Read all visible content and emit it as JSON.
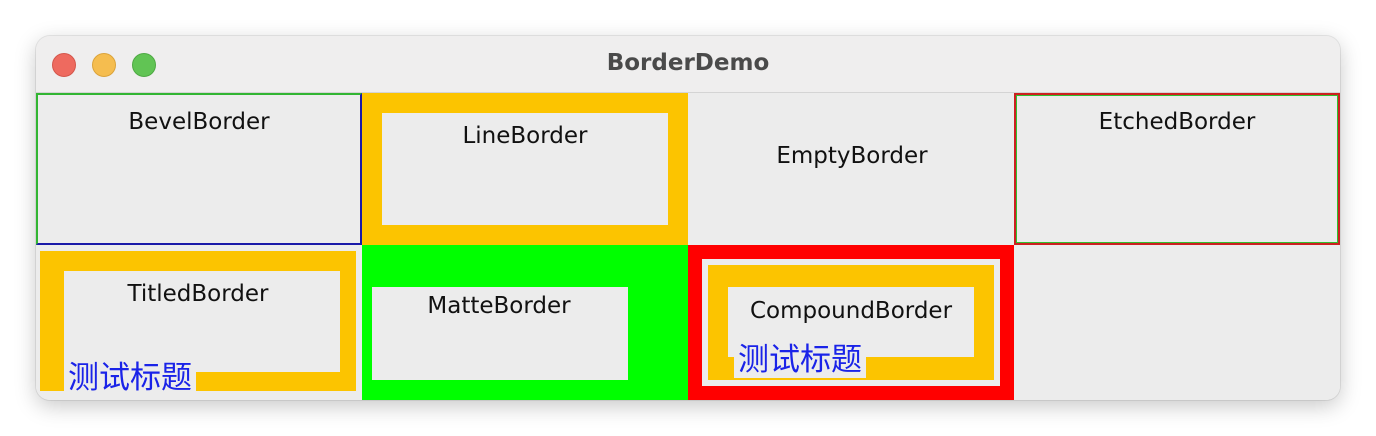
{
  "window": {
    "title": "BorderDemo",
    "controls": {
      "close": "close-button",
      "minimize": "minimize-button",
      "zoom": "zoom-button"
    }
  },
  "colors": {
    "border_yellow": "#fcc400",
    "matte_green": "#00ff00",
    "compound_red": "#ff0000",
    "title_blue": "#1a23e8",
    "bevel_highlight": "#32b532",
    "bevel_shadow": "#1a1aa8",
    "etched_red": "#cc2020"
  },
  "panels": {
    "bevel": {
      "label": "BevelBorder"
    },
    "line": {
      "label": "LineBorder"
    },
    "empty": {
      "label": "EmptyBorder"
    },
    "etched": {
      "label": "EtchedBorder"
    },
    "titled": {
      "label": "TitledBorder",
      "border_title": "测试标题"
    },
    "matte": {
      "label": "MatteBorder"
    },
    "compound": {
      "label": "CompoundBorder",
      "border_title": "测试标题"
    }
  }
}
